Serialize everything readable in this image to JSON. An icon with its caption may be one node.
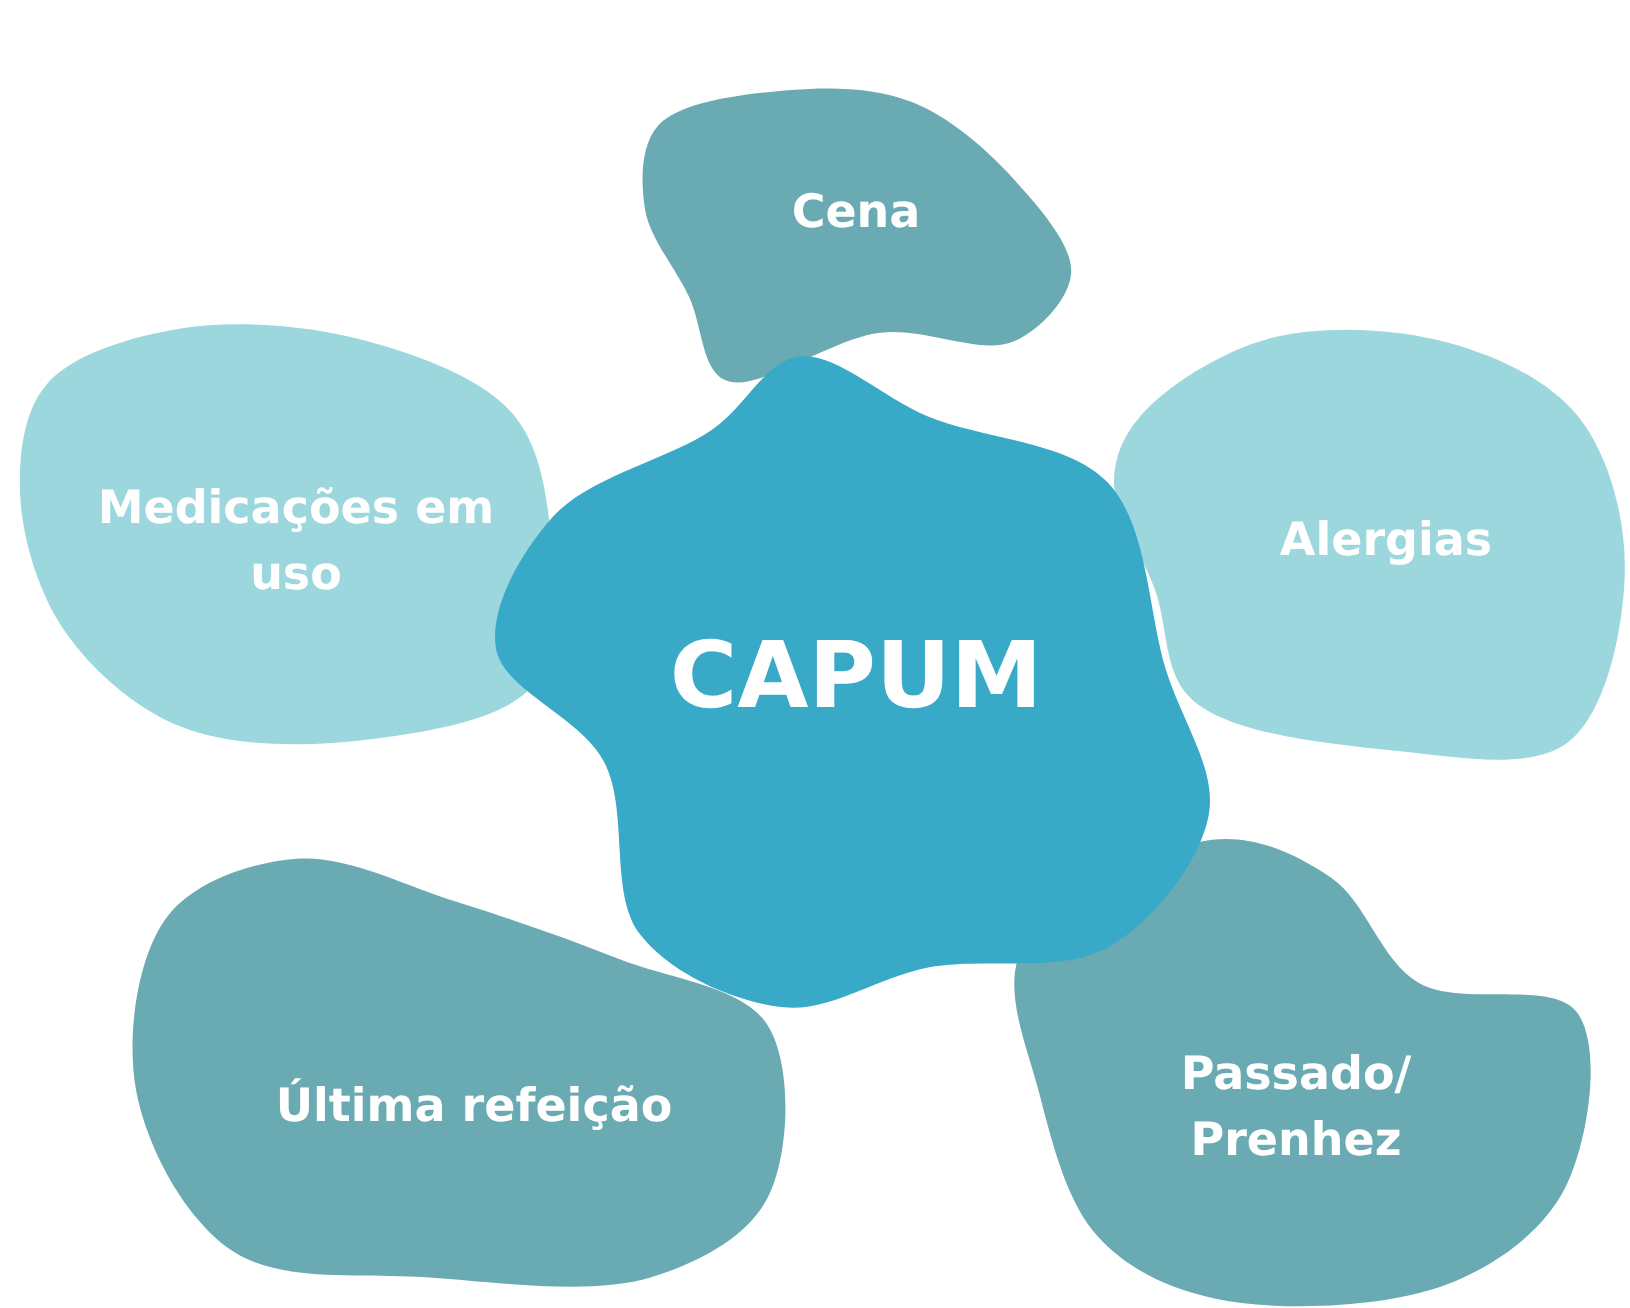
{
  "diagram": {
    "nodes": [
      {
        "text": [
          "Cena"
        ]
      },
      {
        "text": [
          "Medicações em uso"
        ]
      },
      {
        "text": [
          "Alergias"
        ]
      },
      {
        "text": [
          "CAPUM"
        ]
      },
      {
        "text": [
          "Última refeição"
        ]
      },
      {
        "text": [
          "Passado/ Prenhez"
        ]
      }
    ]
  }
}
